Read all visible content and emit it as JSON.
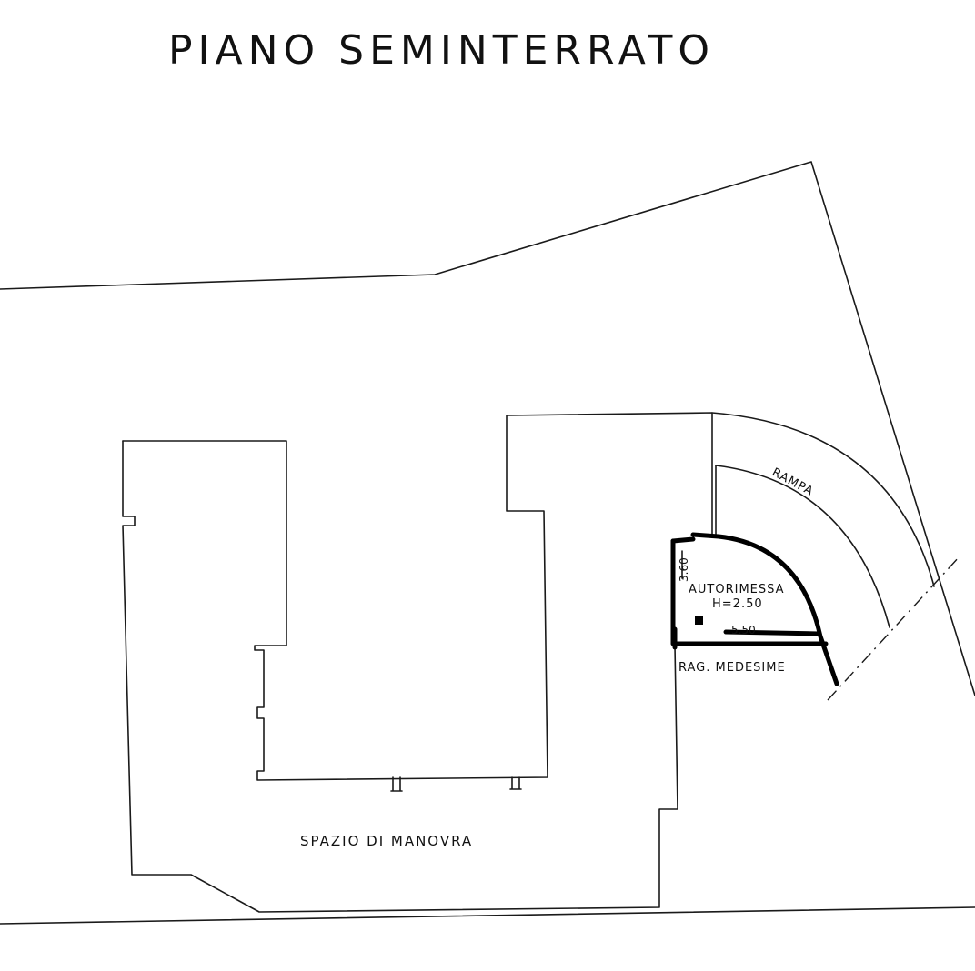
{
  "title": "PIANO SEMINTERRATO",
  "labels": {
    "rampa": "RAMPA",
    "autorimessa": "AUTORIMESSA",
    "height": "H=2.50",
    "width_dim": "5.50",
    "side_dim": "3.60",
    "medesime": "RAG. MEDESIME",
    "spazio": "SPAZIO DI MANOVRA"
  }
}
